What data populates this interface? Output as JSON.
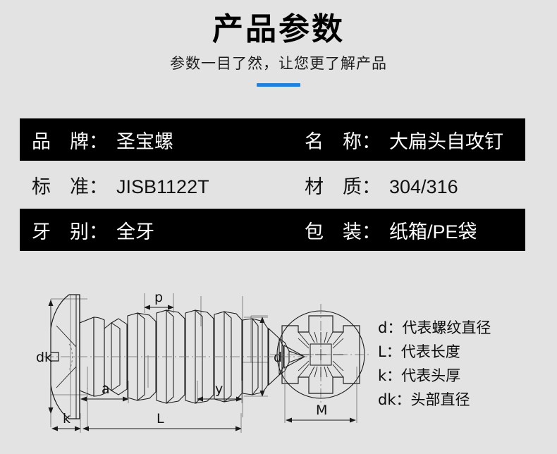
{
  "header": {
    "title": "产品参数",
    "subtitle": "参数一目了然，让您更了解产品",
    "accent_color": "#1f80dd"
  },
  "spec_table": {
    "rows": [
      {
        "style": "dark",
        "left": {
          "label": "品　牌：",
          "value": "圣宝螺"
        },
        "right": {
          "label": "名　称：",
          "value": "大扁头自攻钉"
        }
      },
      {
        "style": "light",
        "left": {
          "label": "标　准：",
          "value": "JISB1122T"
        },
        "right": {
          "label": "材　质：",
          "value": "304/316"
        }
      },
      {
        "style": "dark",
        "left": {
          "label": "牙　别：",
          "value": "全牙"
        },
        "right": {
          "label": "包　装：",
          "value": "纸箱/PE袋"
        }
      }
    ]
  },
  "diagram": {
    "side_view_labels": {
      "dk": "dk",
      "p": "p",
      "a": "a",
      "y": "y",
      "d": "d",
      "k": "k",
      "L": "L"
    },
    "top_view_labels": {
      "M": "M"
    }
  },
  "legend": {
    "lines": [
      "d：代表螺纹直径",
      "L：代表长度",
      "k：代表头厚",
      "dk：头部直径"
    ]
  }
}
